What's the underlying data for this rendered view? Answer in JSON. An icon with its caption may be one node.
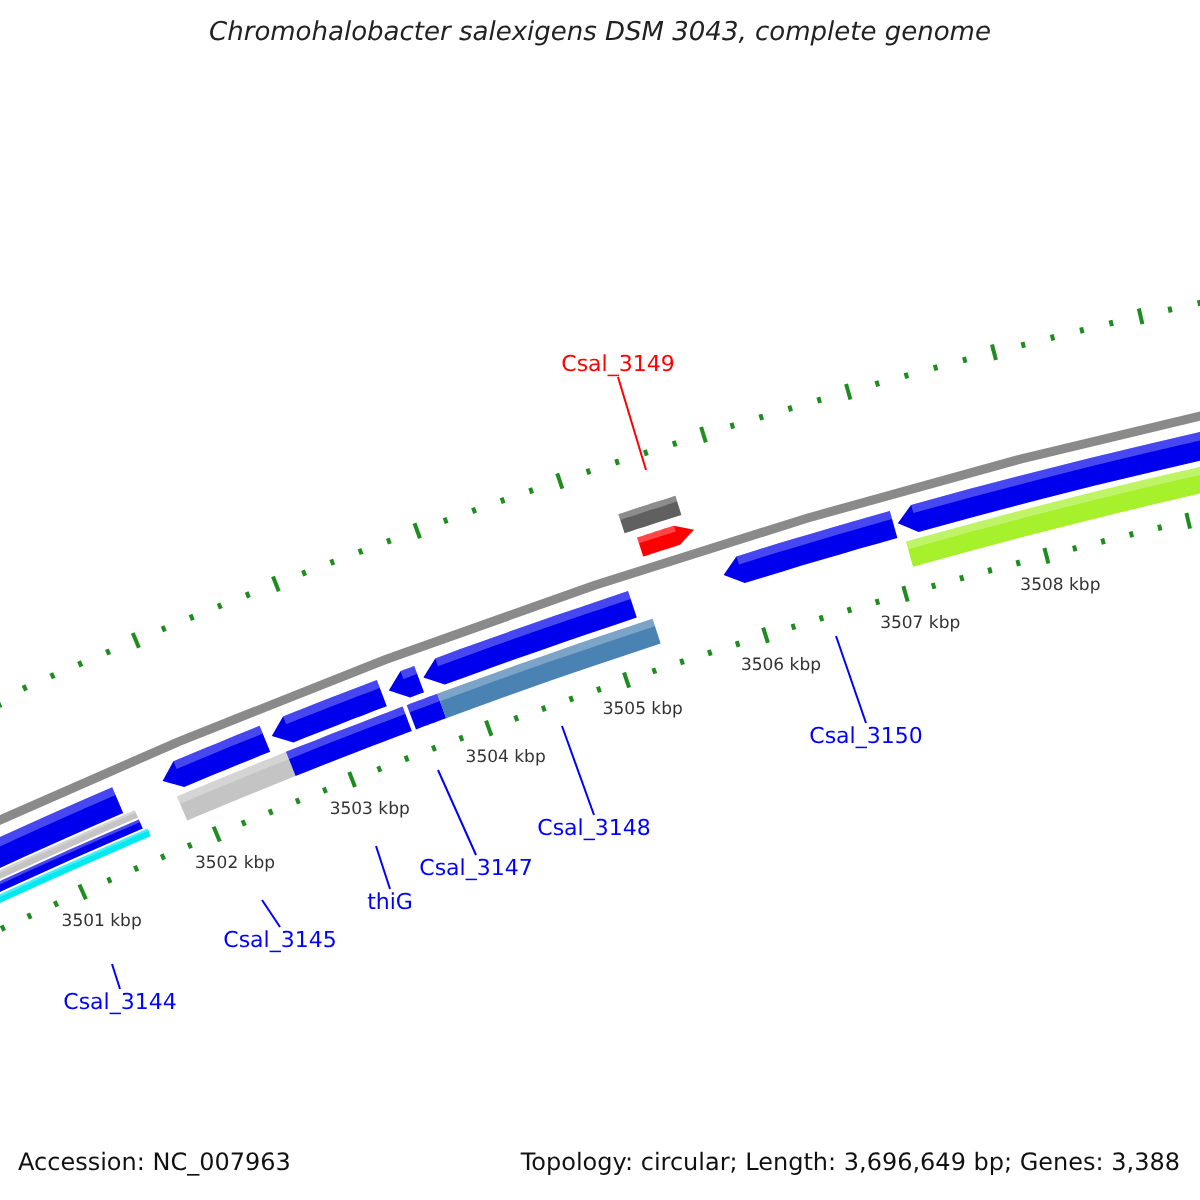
{
  "diagram": {
    "title": "Chromohalobacter salexigens DSM 3043, complete genome",
    "nodes": [
      {
        "text": [
          "Csal_3149"
        ]
      },
      {
        "text": [
          "Csal_3150"
        ]
      },
      {
        "text": [
          "Csal_3148"
        ]
      },
      {
        "text": [
          "Csal_3147"
        ]
      },
      {
        "text": [
          "thiG"
        ]
      },
      {
        "text": [
          "Csal_3145"
        ]
      },
      {
        "text": [
          "Csal_3144"
        ]
      }
    ],
    "edges": [
      {
        "from": 0,
        "to": null,
        "arrow": "none",
        "color": "#ff0000"
      },
      {
        "from": 1,
        "to": null,
        "arrow": "none"
      },
      {
        "from": 2,
        "to": null,
        "arrow": "none"
      },
      {
        "from": 3,
        "to": null,
        "arrow": "none"
      },
      {
        "from": 4,
        "to": null,
        "arrow": "none"
      },
      {
        "from": 5,
        "to": null,
        "arrow": "none"
      },
      {
        "from": 6,
        "to": null,
        "arrow": "none"
      }
    ],
    "labels": [
      "3501 kbp",
      "3502 kbp",
      "3503 kbp",
      "3504 kbp",
      "3505 kbp",
      "3506 kbp",
      "3507 kbp",
      "3508 kbp",
      "Accession: NC_007963",
      "Topology: circular; Length: 3,696,649 bp; Genes: 3,388"
    ]
  }
}
